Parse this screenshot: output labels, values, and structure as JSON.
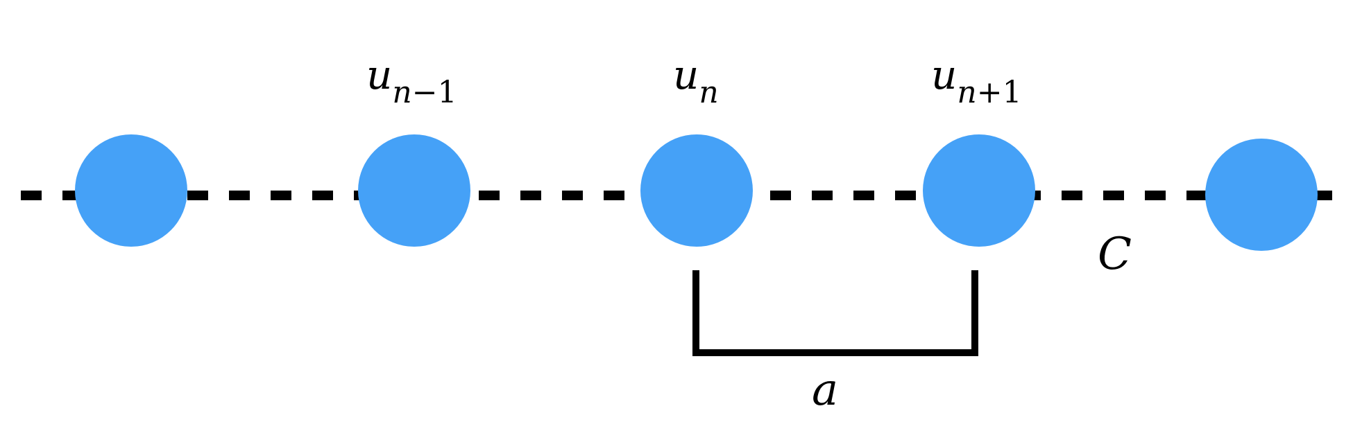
{
  "diagram": {
    "spring_label": "C",
    "spacing_label": "a",
    "masses": [
      {
        "id": "mass-1",
        "label_main": "",
        "label_sub_var": "",
        "label_sub_rest": ""
      },
      {
        "id": "mass-2",
        "label_main": "u",
        "label_sub_var": "n",
        "label_sub_rest": "−1"
      },
      {
        "id": "mass-3",
        "label_main": "u",
        "label_sub_var": "n",
        "label_sub_rest": ""
      },
      {
        "id": "mass-4",
        "label_main": "u",
        "label_sub_var": "n",
        "label_sub_rest": "+1"
      },
      {
        "id": "mass-5",
        "label_main": "",
        "label_sub_var": "",
        "label_sub_rest": ""
      }
    ],
    "colors": {
      "mass_fill": "#45A1F7",
      "line": "#000000"
    }
  }
}
